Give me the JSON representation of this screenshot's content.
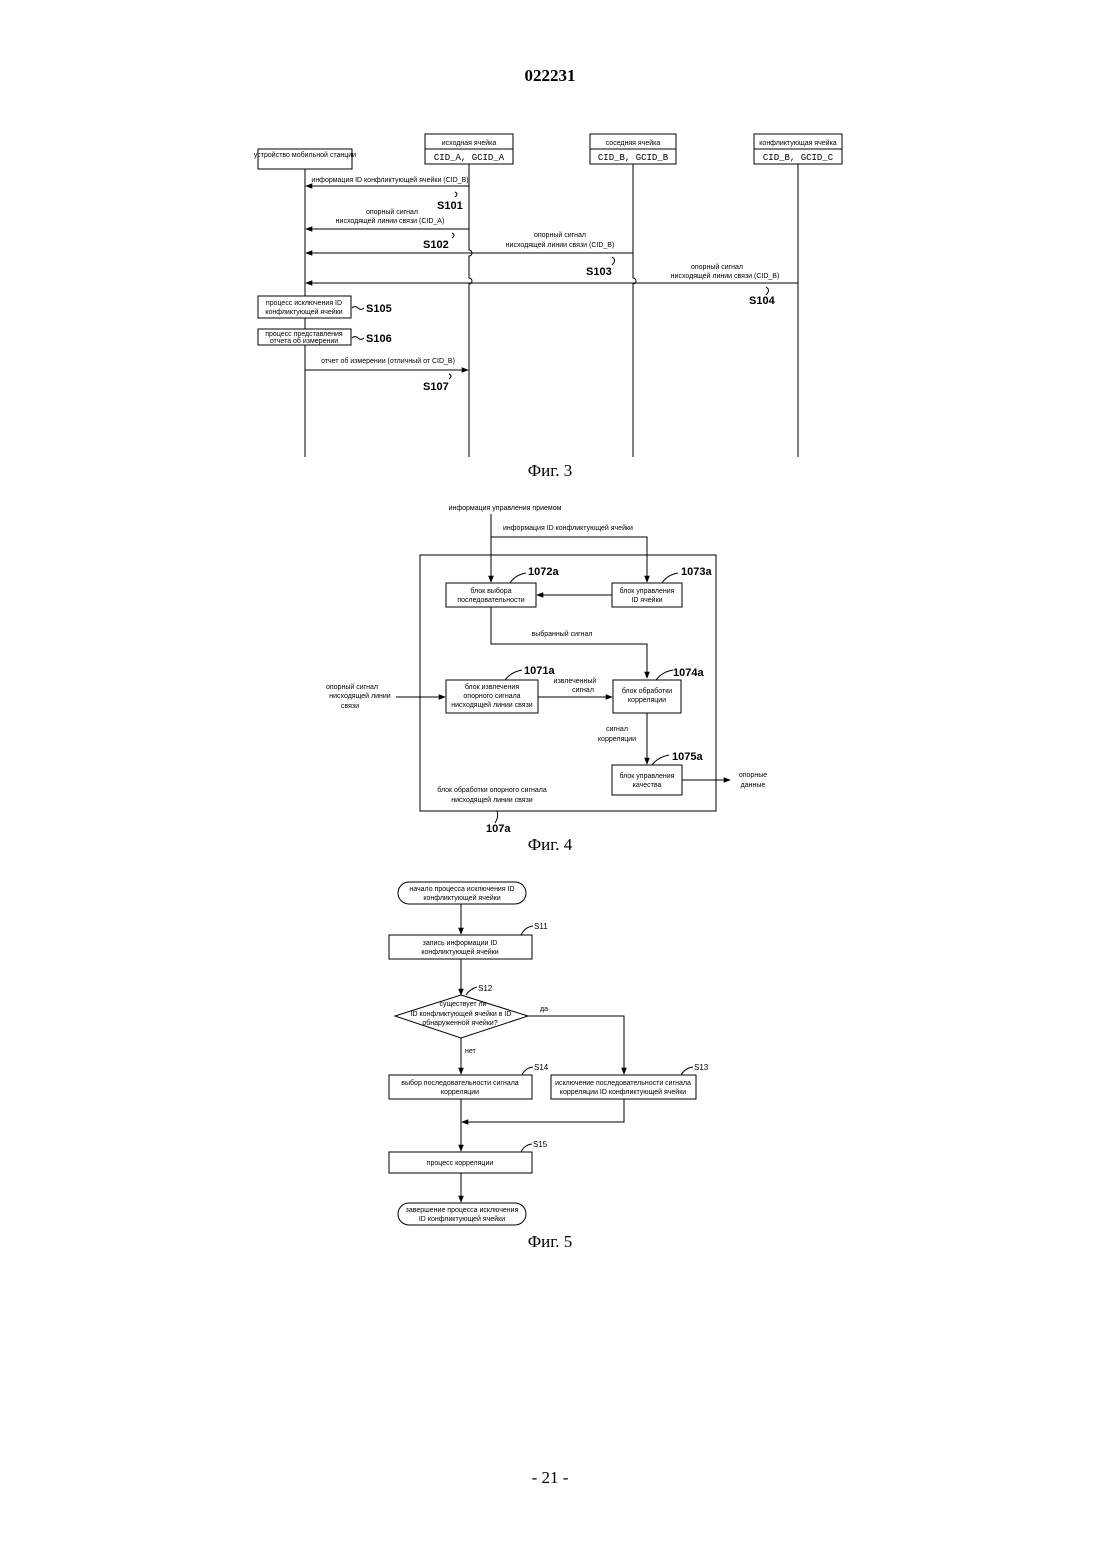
{
  "page": {
    "header": "022231",
    "page_number": "- 21 -"
  },
  "fig3": {
    "caption": "Фиг. 3",
    "mobile": "устройство мобильной станции",
    "source_cell": {
      "name": "исходная ячейка",
      "ids": "CID_A, GCID_A"
    },
    "neighbor_cell": {
      "name": "соседняя ячейка",
      "ids": "CID_B, GCID_B"
    },
    "conflict_cell": {
      "name": "конфликтующая ячейка",
      "ids": "CID_B, GCID_C"
    },
    "msg1": "информация ID конфликтующей ячейки (CID_B)",
    "msg2_l1": "опорный сигнал",
    "msg2_l2": "нисходящей линии связи (CID_A)",
    "msg3_l1": "опорный сигнал",
    "msg3_l2": "нисходящей линии связи (CID_B)",
    "msg4_l1": "опорный сигнал",
    "msg4_l2": "нисходящей линии связи (CID_B)",
    "proc5_l1": "процесс исключения ID",
    "proc5_l2": "конфликтующей ячейки",
    "proc6_l1": "процесс представления",
    "proc6_l2": "отчета об измерении",
    "msg7": "отчет об измерении (отличный от CID_B)",
    "steps": {
      "s101": "S101",
      "s102": "S102",
      "s103": "S103",
      "s104": "S104",
      "s105": "S105",
      "s106": "S106",
      "s107": "S107"
    }
  },
  "fig4": {
    "caption": "Фиг. 4",
    "in_top": "информация управления приемом",
    "in_conflict": "информация ID конфликтующей ячейки",
    "block_1072a_l1": "блок выбора",
    "block_1072a_l2": "последовательности",
    "label_1072a": "1072a",
    "block_1073a_l1": "блок управления",
    "block_1073a_l2": "ID ячейки",
    "label_1073a": "1073a",
    "selected_signal": "выбранный сигнал",
    "block_1071a_l1": "блок извлечения",
    "block_1071a_l2": "опорного сигнала",
    "block_1071a_l3": "нисходящей линии связи",
    "label_1071a": "1071a",
    "extracted_l1": "извлеченный",
    "extracted_l2": "сигнал",
    "block_1074a_l1": "блок обработки",
    "block_1074a_l2": "корреляции",
    "label_1074a": "1074a",
    "corr_l1": "сигнал",
    "corr_l2": "корреляции",
    "block_1075a_l1": "блок управления",
    "block_1075a_l2": "качества",
    "label_1075a": "1075a",
    "in_left_l1": "опорный сигнал",
    "in_left_l2": "нисходящей линии",
    "in_left_l3": "связи",
    "out_l1": "опорные",
    "out_l2": "данные",
    "outer_l1": "блок обработки опорного сигнала",
    "outer_l2": "нисходящей линии связи",
    "label_107a": "107a"
  },
  "fig5": {
    "caption": "Фиг. 5",
    "start_l1": "начало процесса исключения ID",
    "start_l2": "конфликтующей ячейки",
    "s11_l1": "запись информации ID",
    "s11_l2": "конфликтующей ячейки",
    "s11": "S11",
    "s12_l1": "существует ли",
    "s12_l2": "ID конфликтующей ячейки в ID",
    "s12_l3": "обнаруженной ячейки?",
    "s12": "S12",
    "yes": "да",
    "no": "нет",
    "s13_l1": "исключение последовательности сигнала",
    "s13_l2": "корреляции ID конфликтующей ячейки",
    "s13": "S13",
    "s14_l1": "выбор последовательности сигнала",
    "s14_l2": "корреляции",
    "s14": "S14",
    "s15_l1": "процесс корреляции",
    "s15": "S15",
    "end_l1": "завершение процесса исключения",
    "end_l2": "ID конфликтующей ячейки"
  }
}
